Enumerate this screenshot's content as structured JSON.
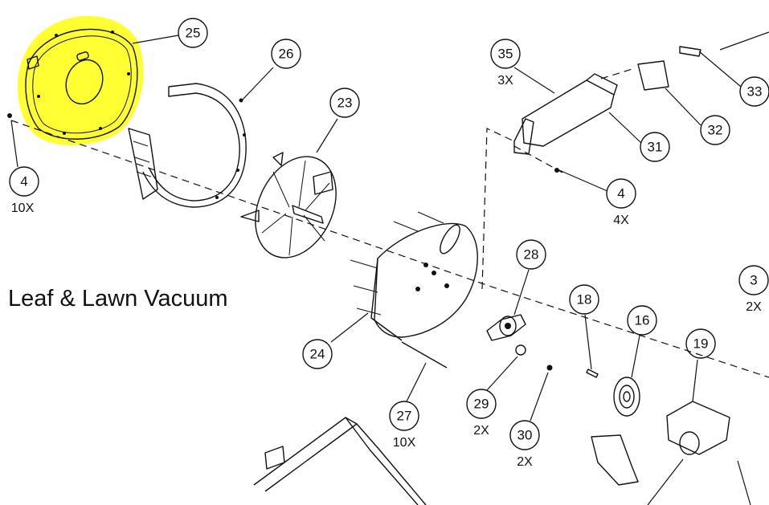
{
  "title": "Leaf & Lawn Vacuum",
  "highlight_color": "#ffff33",
  "callouts": [
    {
      "id": "25",
      "qty": ""
    },
    {
      "id": "26",
      "qty": ""
    },
    {
      "id": "23",
      "qty": ""
    },
    {
      "id": "4",
      "qty": "10X"
    },
    {
      "id": "35",
      "qty": "3X"
    },
    {
      "id": "31",
      "qty": ""
    },
    {
      "id": "32",
      "qty": ""
    },
    {
      "id": "33",
      "qty": ""
    },
    {
      "id": "4",
      "qty": "4X"
    },
    {
      "id": "28",
      "qty": ""
    },
    {
      "id": "3",
      "qty": "2X"
    },
    {
      "id": "18",
      "qty": ""
    },
    {
      "id": "16",
      "qty": ""
    },
    {
      "id": "19",
      "qty": ""
    },
    {
      "id": "24",
      "qty": ""
    },
    {
      "id": "27",
      "qty": "10X"
    },
    {
      "id": "29",
      "qty": "2X"
    },
    {
      "id": "30",
      "qty": "2X"
    }
  ]
}
